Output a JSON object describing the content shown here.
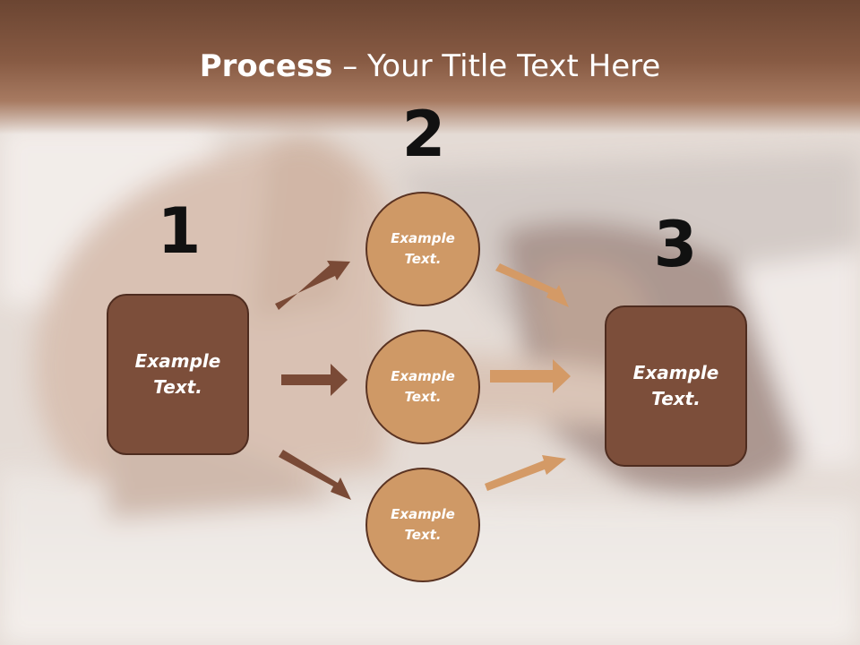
{
  "title": {
    "bold": "Process",
    "rest": " – Your Title Text Here"
  },
  "steps": [
    "1",
    "2",
    "3"
  ],
  "left_box": {
    "text": "Example Text."
  },
  "circles": [
    {
      "text": "Example Text."
    },
    {
      "text": "Example Text."
    },
    {
      "text": "Example Text."
    }
  ],
  "right_box": {
    "text": "Example Text."
  },
  "colors": {
    "header": "#7a4f3a",
    "box_fill": "#7c4e3a",
    "circle_fill": "#cf9966",
    "arrow_dark": "#7a4a36",
    "arrow_light": "#d49a66"
  }
}
